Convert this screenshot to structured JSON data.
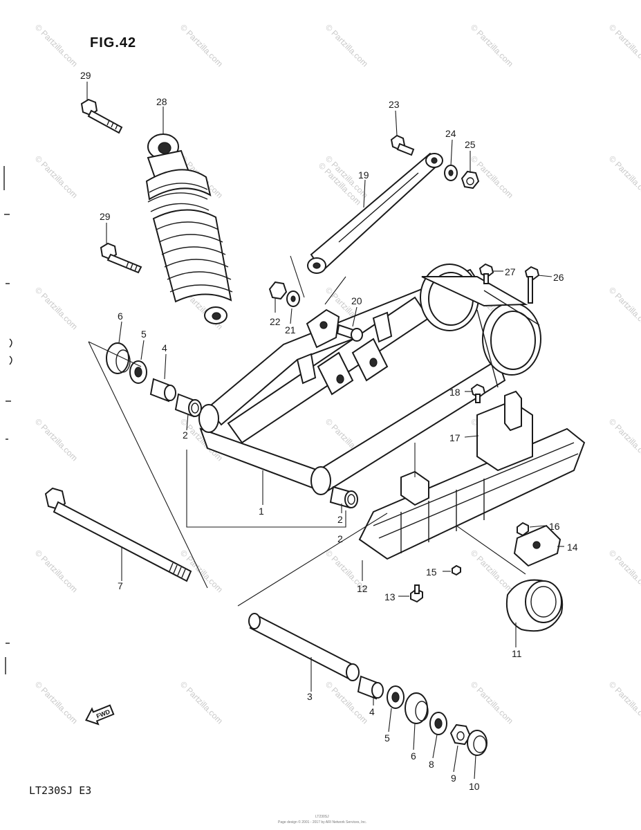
{
  "figure": {
    "title": "FIG.42",
    "model_code": "LT230SJ E3",
    "watermark": "© Partzilla.com",
    "fwd_label": "FWD",
    "footer_lines": [
      "LT230SJ",
      "Page design © 2001 - 2017 by ARI Network Services, Inc."
    ]
  },
  "callouts": [
    "1",
    "2",
    "2",
    "2",
    "3",
    "4",
    "4",
    "5",
    "5",
    "6",
    "6",
    "7",
    "8",
    "9",
    "10",
    "11",
    "12",
    "13",
    "14",
    "15",
    "16",
    "17",
    "18",
    "19",
    "20",
    "21",
    "22",
    "23",
    "24",
    "25",
    "26",
    "27",
    "28",
    "29",
    "29"
  ],
  "colors": {
    "line": "#1a1a1a",
    "paper": "#ffffff",
    "watermark": "#c9c9c9"
  }
}
